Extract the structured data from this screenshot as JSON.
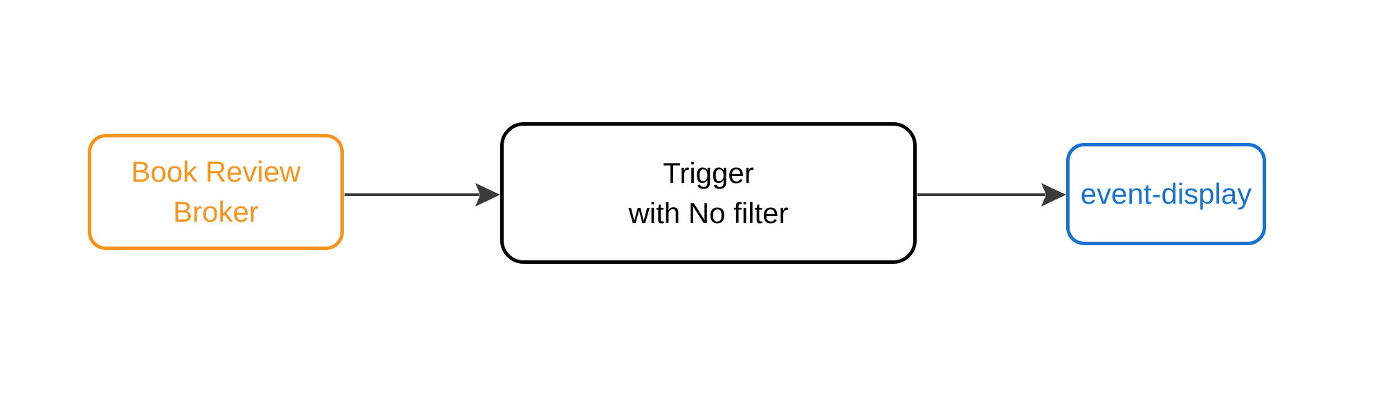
{
  "diagram": {
    "background": "#ffffff",
    "colors": {
      "broker": "#f7941e",
      "trigger": "#000000",
      "sink": "#1673d2",
      "arrow": "#3b3b3b"
    },
    "nodes": [
      {
        "id": "book-review-broker",
        "lines": [
          "Book Review",
          "Broker"
        ],
        "color": "#f7941e"
      },
      {
        "id": "trigger-with-no-filter",
        "lines": [
          "Trigger",
          "with No filter"
        ],
        "color": "#000000"
      },
      {
        "id": "event-display",
        "lines": [
          "event-display"
        ],
        "color": "#1673d2"
      }
    ],
    "edges": [
      {
        "from": "book-review-broker",
        "to": "trigger-with-no-filter"
      },
      {
        "from": "trigger-with-no-filter",
        "to": "event-display"
      }
    ]
  }
}
